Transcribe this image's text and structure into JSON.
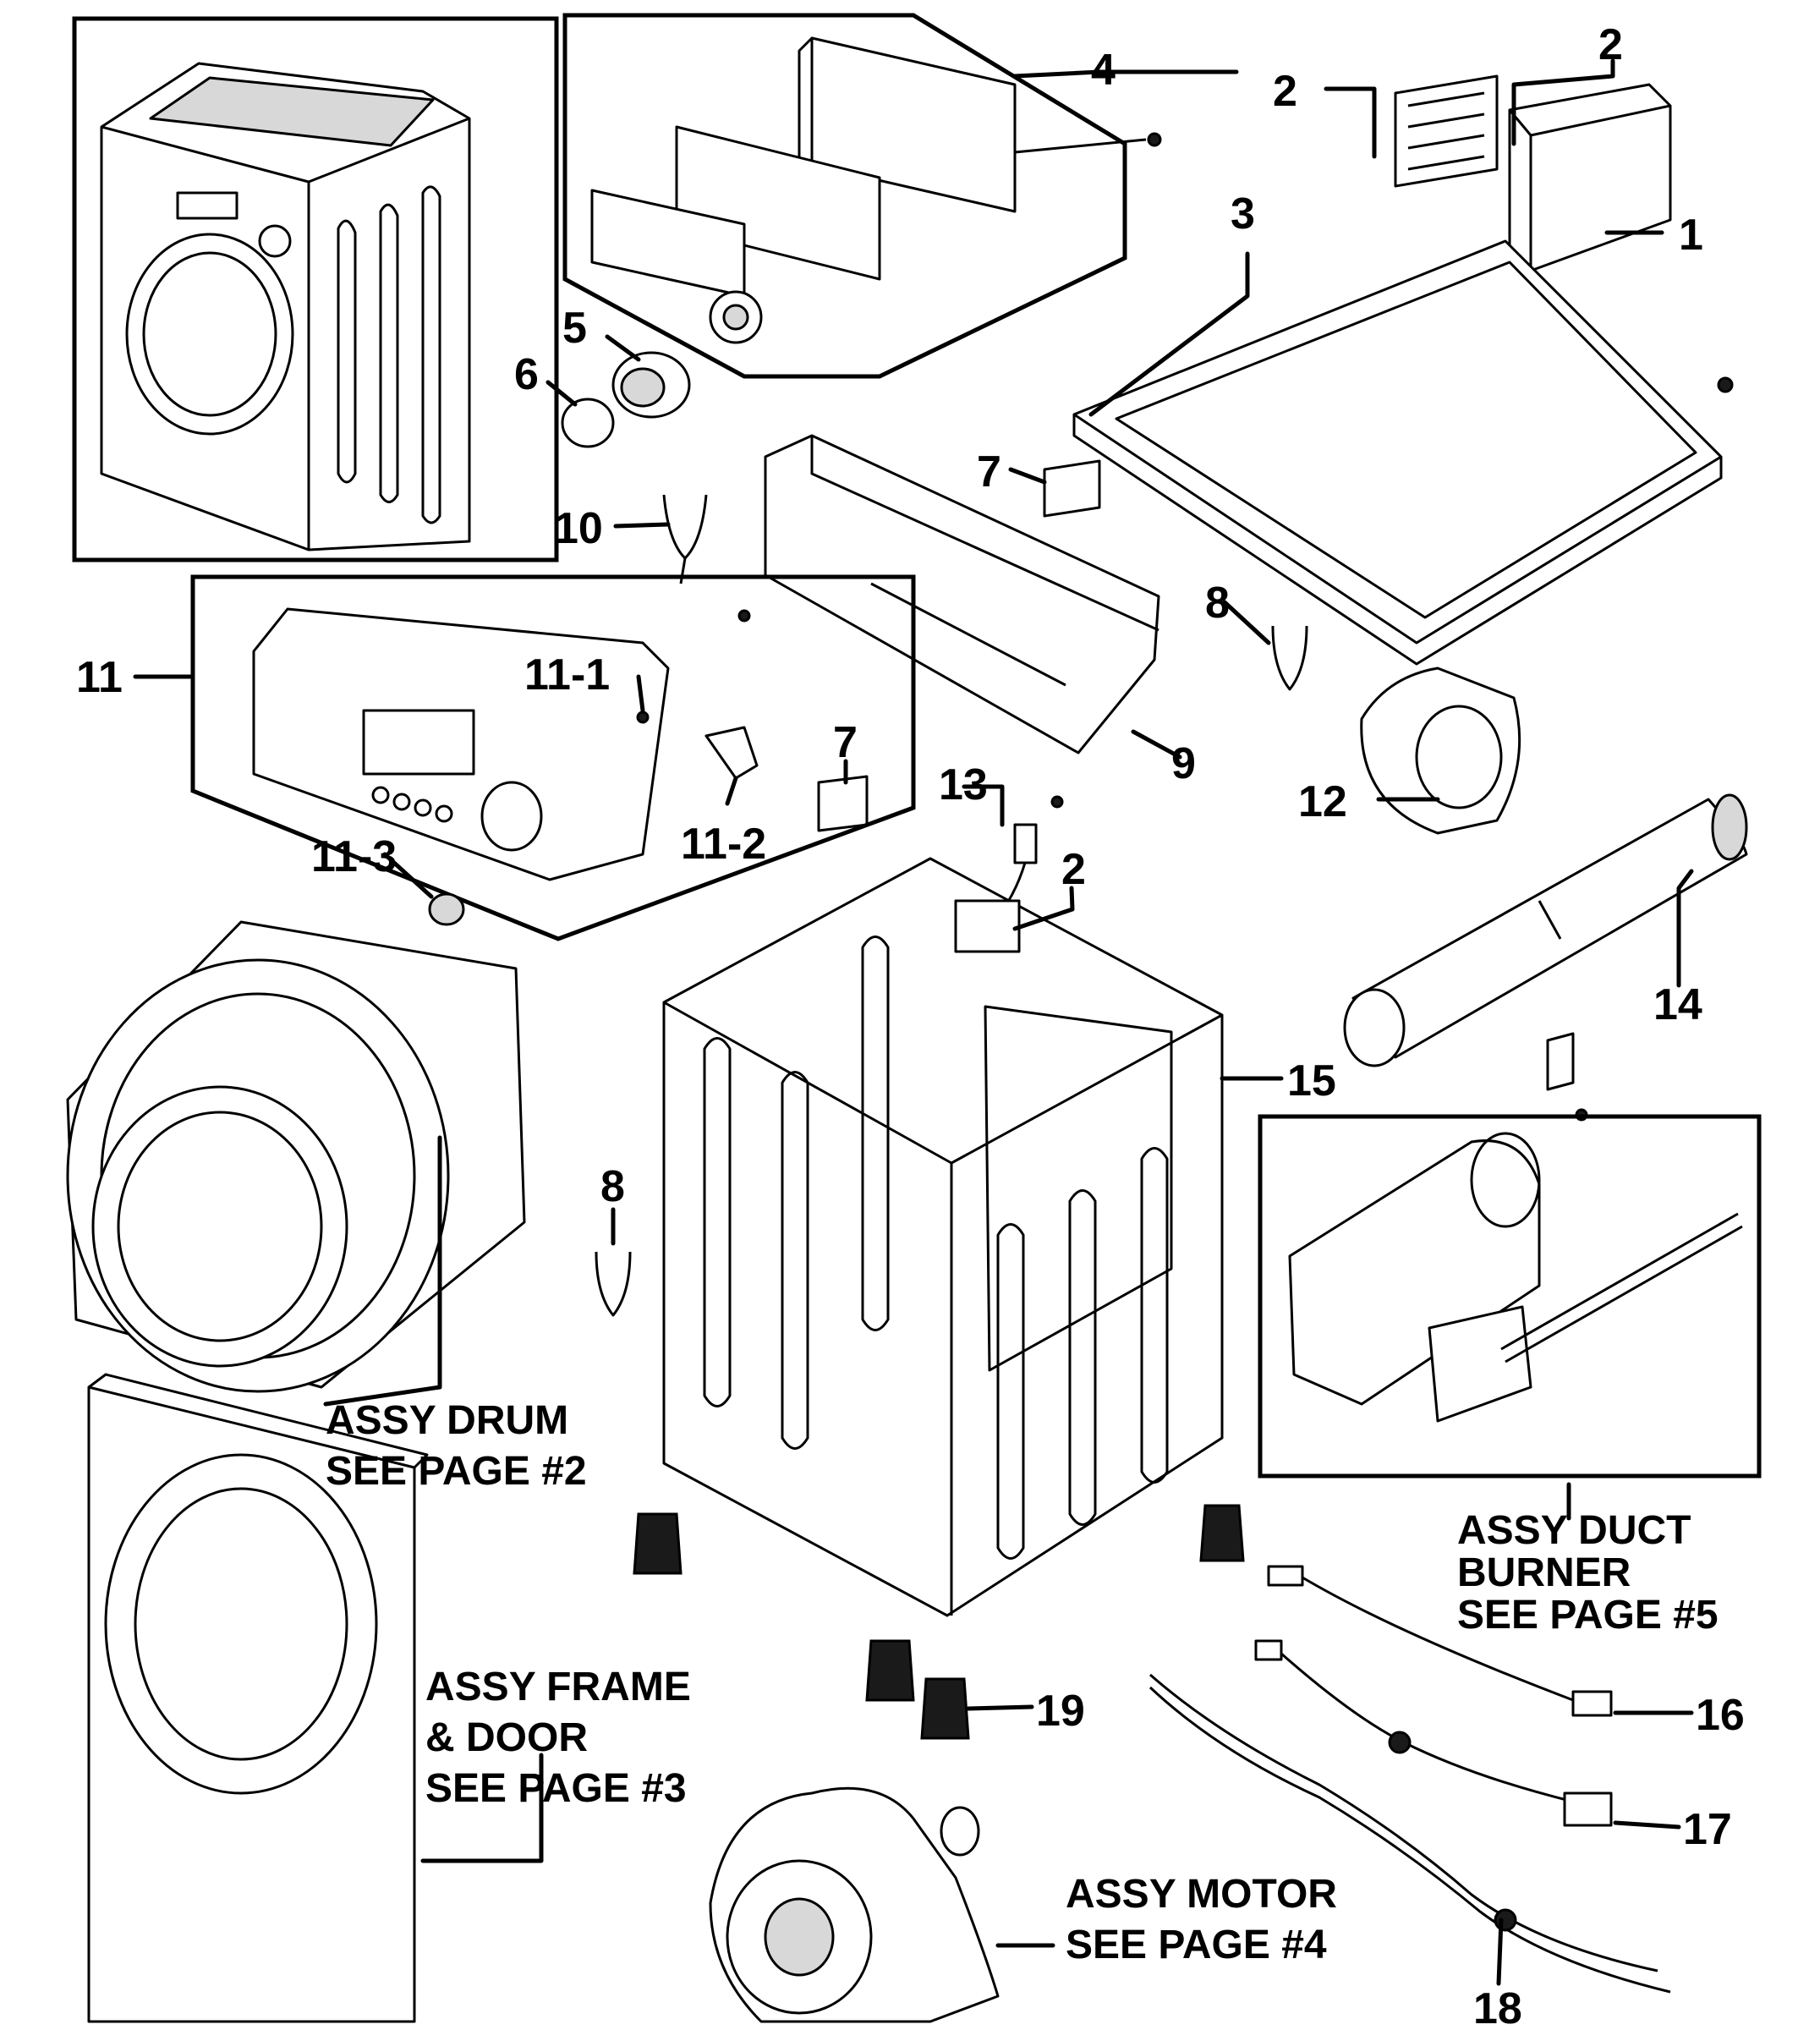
{
  "callouts": {
    "c1": "1",
    "c2a": "2",
    "c2b": "2",
    "c2c": "2",
    "c3": "3",
    "c4": "4",
    "c5": "5",
    "c6": "6",
    "c7a": "7",
    "c7b": "7",
    "c8a": "8",
    "c8b": "8",
    "c9": "9",
    "c10": "10",
    "c11": "11",
    "c11_1": "11-1",
    "c11_2": "11-2",
    "c11_3": "11-3",
    "c12": "12",
    "c13": "13",
    "c14": "14",
    "c15": "15",
    "c16": "16",
    "c17": "17",
    "c18": "18",
    "c19": "19"
  },
  "assemblies": {
    "drum": {
      "line1": "ASSY DRUM",
      "line2": "SEE PAGE #2"
    },
    "frame_door": {
      "line1": "ASSY FRAME",
      "line2": "& DOOR",
      "line3": "SEE PAGE #3"
    },
    "motor": {
      "line1": "ASSY MOTOR",
      "line2": "SEE PAGE #4"
    },
    "duct_burner": {
      "line1": "ASSY DUCT",
      "line2": "BURNER",
      "line3": "SEE PAGE #5"
    }
  }
}
